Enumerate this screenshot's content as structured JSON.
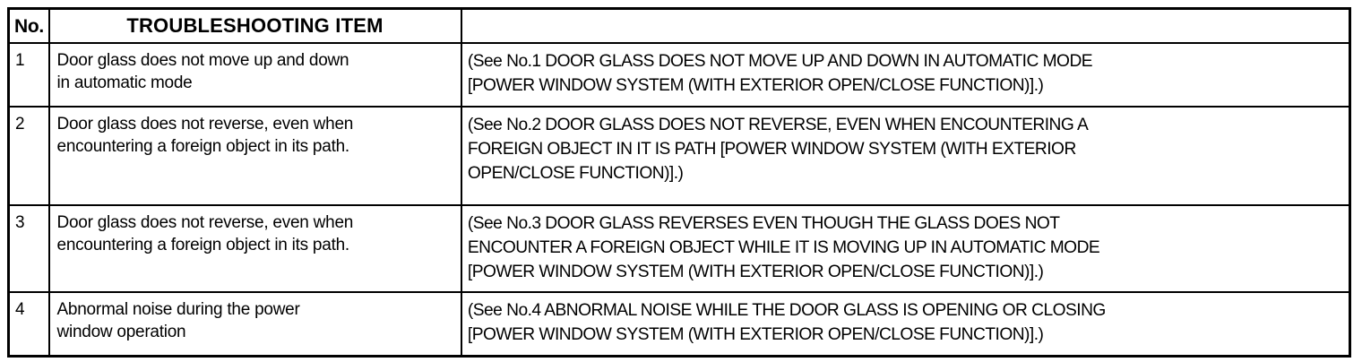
{
  "table": {
    "headers": {
      "no": "No.",
      "item": "TROUBLESHOOTING ITEM",
      "reference": ""
    },
    "rows": [
      {
        "no": "1",
        "item": "Door glass does not move up and down\nin automatic mode",
        "reference": "(See No.1 DOOR GLASS DOES NOT MOVE UP AND DOWN IN AUTOMATIC MODE\n[POWER WINDOW SYSTEM (WITH EXTERIOR OPEN/CLOSE FUNCTION)].)"
      },
      {
        "no": "2",
        "item": "Door glass does not reverse, even when\nencountering a foreign object in its path.",
        "reference": "(See No.2 DOOR GLASS DOES NOT REVERSE, EVEN WHEN ENCOUNTERING A\nFOREIGN OBJECT IN IT IS PATH [POWER WINDOW SYSTEM (WITH EXTERIOR\nOPEN/CLOSE FUNCTION)].)"
      },
      {
        "no": "3",
        "item": "Door glass does not reverse, even when\nencountering a foreign object in its path.",
        "reference": "(See No.3 DOOR GLASS REVERSES EVEN THOUGH THE GLASS DOES NOT\nENCOUNTER A FOREIGN OBJECT WHILE IT IS MOVING UP IN AUTOMATIC MODE\n[POWER WINDOW SYSTEM (WITH EXTERIOR OPEN/CLOSE FUNCTION)].)"
      },
      {
        "no": "4",
        "item": "Abnormal noise during the power\nwindow operation",
        "reference": "(See No.4 ABNORMAL NOISE WHILE THE DOOR GLASS IS OPENING OR CLOSING\n[POWER WINDOW SYSTEM (WITH EXTERIOR OPEN/CLOSE FUNCTION)].)"
      }
    ]
  },
  "colors": {
    "border": "#000000",
    "text": "#000000",
    "background": "#ffffff"
  }
}
